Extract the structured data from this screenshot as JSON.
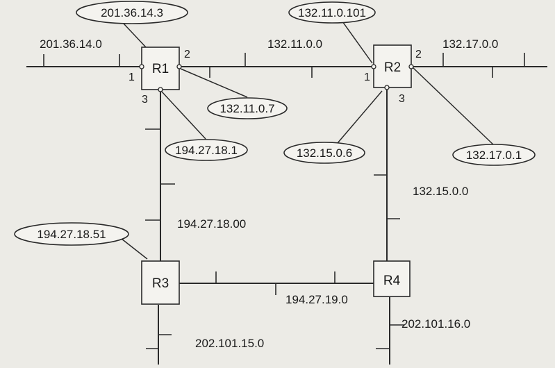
{
  "networks": {
    "n1": "201.36.14.0",
    "n2": "132.11.0.0",
    "n3": "132.17.0.0",
    "n4": "194.27.18.00",
    "n5": "132.15.0.0",
    "n6": "194.27.19.0",
    "n7": "202.101.15.0",
    "n8": "202.101.16.0"
  },
  "routers": {
    "r1": "R1",
    "r2": "R2",
    "r3": "R3",
    "r4": "R4"
  },
  "ports": {
    "r1_p1": "1",
    "r1_p2": "2",
    "r1_p3": "3",
    "r2_p1": "1",
    "r2_p2": "2",
    "r2_p3": "3"
  },
  "addresses": {
    "a1": "201.36.14.3",
    "a2": "132.11.0.101",
    "a3": "132.11.0.7",
    "a4": "194.27.18.1",
    "a5": "132.15.0.6",
    "a6": "132.17.0.1",
    "a7": "194.27.18.51"
  }
}
